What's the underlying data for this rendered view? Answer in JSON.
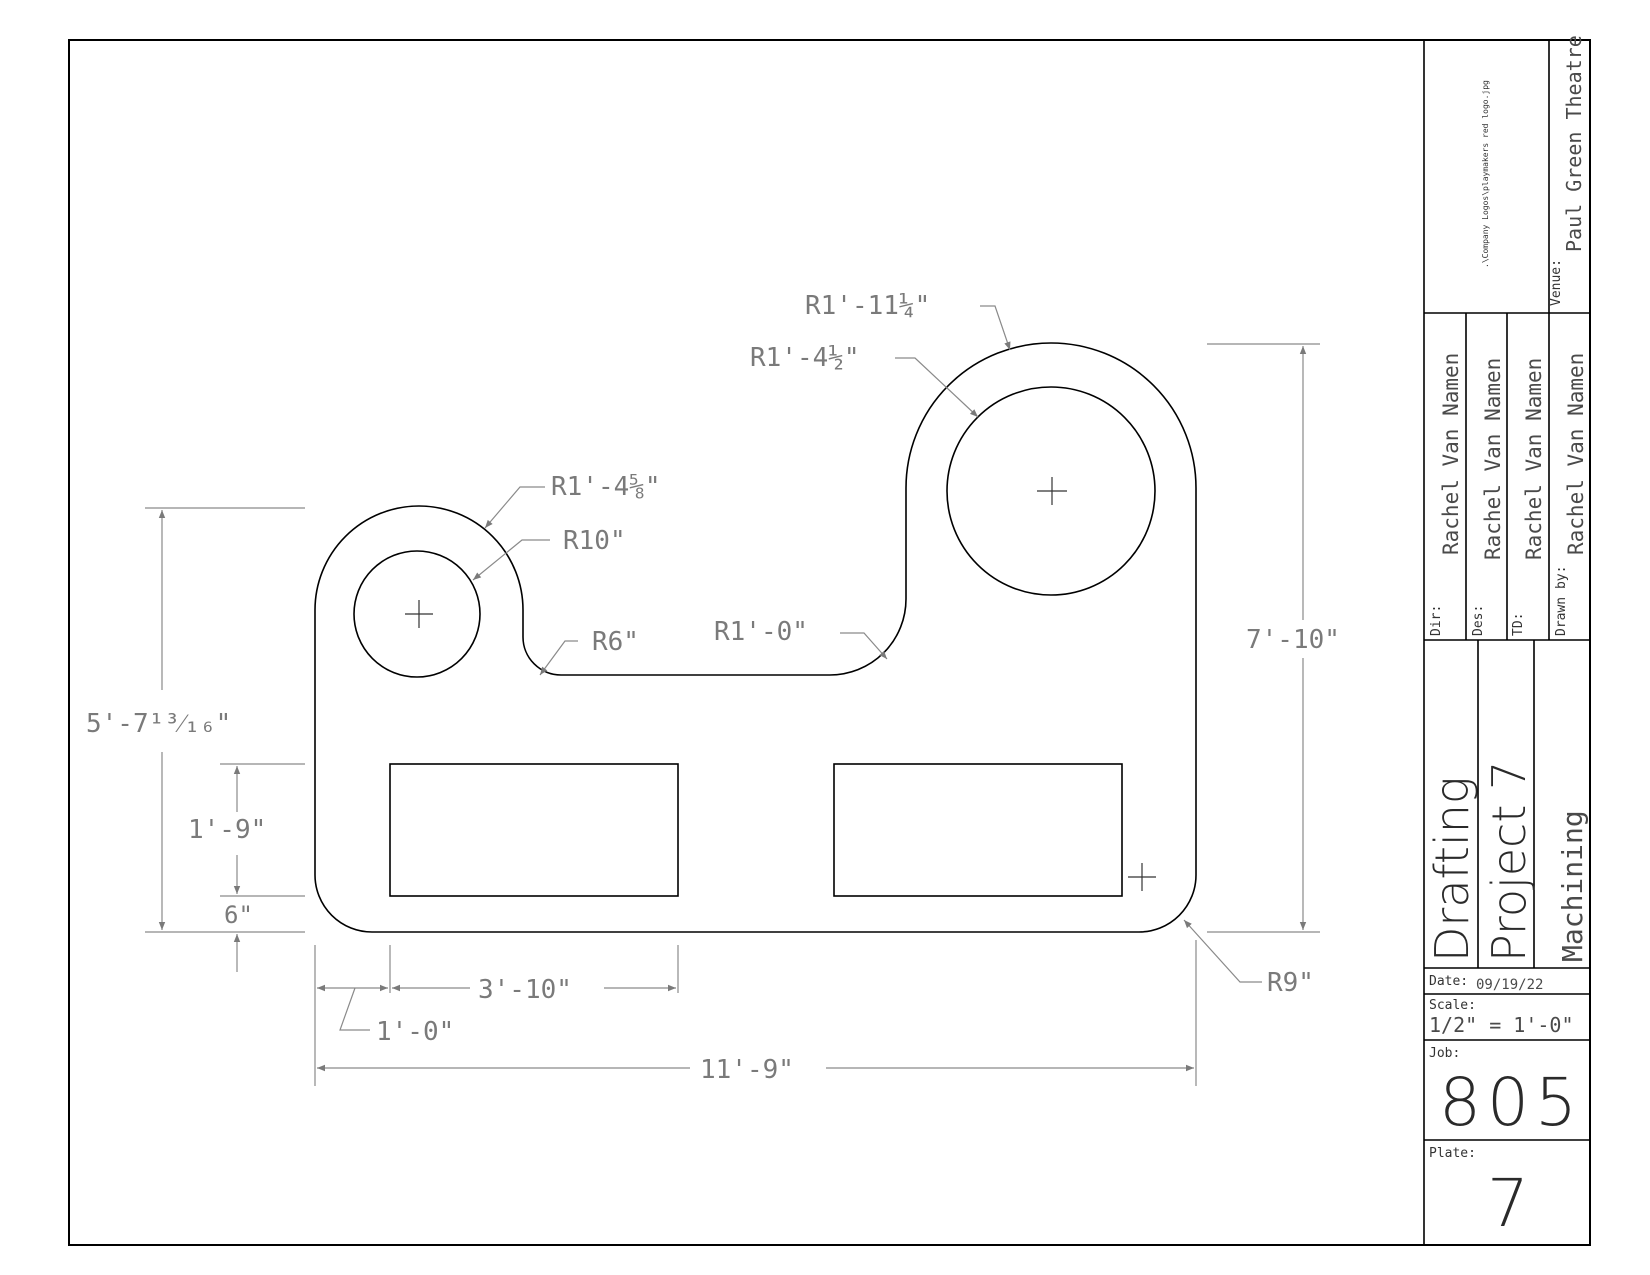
{
  "dimensions": {
    "r_top_outer": "R1'-11¼\"",
    "r_top_inner": "R1'-4½\"",
    "r_left_outer": "R1'-4⅝\"",
    "r_left_inner": "R10\"",
    "r_notch": "R6\"",
    "r_step": "R1'-0\"",
    "r_corner": "R9\"",
    "height_right": "7'-10\"",
    "height_left": "5'-7¹³⁄₁₆\"",
    "slot_height": "1'-9\"",
    "slot_offset": "6\"",
    "slot_width": "3'-10\"",
    "slot_edge": "1'-0\"",
    "overall_width": "11'-9\""
  },
  "title_block": {
    "logo_path": ".\\Company Logos\\playmakers red logo.jpg",
    "venue_label": "Venue:",
    "venue": "Paul Green Theatre",
    "dir_label": "Dir:",
    "dir": "Rachel Van Namen",
    "des_label": "Des:",
    "des": "Rachel Van Namen",
    "td_label": "TD:",
    "td": "Rachel Van Namen",
    "drawn_label": "Drawn by:",
    "drawn": "Rachel Van Namen",
    "title_1": "Drafting",
    "title_2": "Project 7",
    "subtitle": "Machining",
    "date_label": "Date:",
    "date": "09/19/22",
    "scale_label": "Scale:",
    "scale": "1/2\" = 1'-0\"",
    "job_label": "Job:",
    "job": "805",
    "plate_label": "Plate:",
    "plate": "7"
  }
}
